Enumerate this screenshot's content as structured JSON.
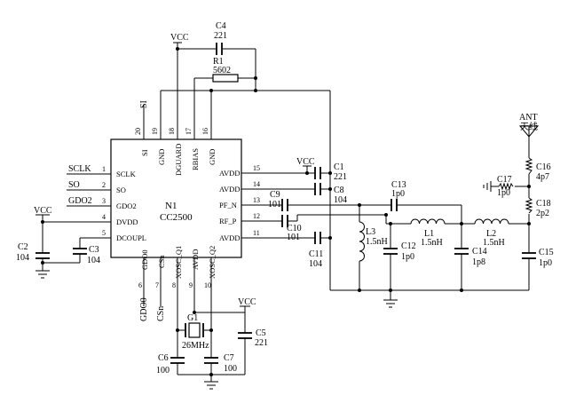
{
  "chip": {
    "ref": "N1",
    "part": "CC2500",
    "pins_left": [
      {
        "num": "1",
        "name": "SCLK"
      },
      {
        "num": "2",
        "name": "SO"
      },
      {
        "num": "3",
        "name": "GDO2"
      },
      {
        "num": "4",
        "name": "DVDD"
      },
      {
        "num": "5",
        "name": "DCOUPL"
      }
    ],
    "pins_right": [
      {
        "num": "15",
        "name": "AVDD"
      },
      {
        "num": "14",
        "name": "AVDD"
      },
      {
        "num": "13",
        "name": "PF_N"
      },
      {
        "num": "12",
        "name": "RF_P"
      },
      {
        "num": "11",
        "name": "AVDD"
      }
    ],
    "pins_top": [
      {
        "num": "20",
        "name": "SI"
      },
      {
        "num": "19",
        "name": "GND"
      },
      {
        "num": "18",
        "name": "DGUARD"
      },
      {
        "num": "17",
        "name": "RBIAS"
      },
      {
        "num": "16",
        "name": "GND"
      }
    ],
    "pins_bottom": [
      {
        "num": "6",
        "name": "GDO0"
      },
      {
        "num": "7",
        "name": "CSn"
      },
      {
        "num": "8",
        "name": "XOSC_Q1"
      },
      {
        "num": "9",
        "name": "AVDD"
      },
      {
        "num": "10",
        "name": "XOSC_Q2"
      }
    ]
  },
  "nets": {
    "sclk": "SCLK",
    "so": "SO",
    "gdo2": "GDO2",
    "si": "SI",
    "gdo0": "GDO0",
    "csn": "CSn",
    "vcc": "VCC"
  },
  "components": {
    "c1": {
      "ref": "C1",
      "value": "221"
    },
    "c2": {
      "ref": "C2",
      "value": "104"
    },
    "c3": {
      "ref": "C3",
      "value": "104"
    },
    "c4": {
      "ref": "C4",
      "value": "221"
    },
    "c5": {
      "ref": "C5",
      "value": "221"
    },
    "c6": {
      "ref": "C6",
      "value": "100"
    },
    "c7": {
      "ref": "C7",
      "value": "100"
    },
    "c8": {
      "ref": "C8",
      "value": "104"
    },
    "c9": {
      "ref": "C9",
      "value": "101"
    },
    "c10": {
      "ref": "C10",
      "value": "101"
    },
    "c11": {
      "ref": "C11",
      "value": "104"
    },
    "c12": {
      "ref": "C12",
      "value": "1p0"
    },
    "c13": {
      "ref": "C13",
      "value": "1p0"
    },
    "c14": {
      "ref": "C14",
      "value": "1p8"
    },
    "c15": {
      "ref": "C15",
      "value": "1p0"
    },
    "c16": {
      "ref": "C16",
      "value": "4p7"
    },
    "c17": {
      "ref": "C17",
      "value": "1p0"
    },
    "c18": {
      "ref": "C18",
      "value": "2p2"
    },
    "r1": {
      "ref": "R1",
      "value": "5602"
    },
    "l1": {
      "ref": "L1",
      "value": "1.5nH"
    },
    "l2": {
      "ref": "L2",
      "value": "1.5nH"
    },
    "l3": {
      "ref": "L3",
      "value": "1.5nH"
    },
    "g1": {
      "ref": "G1",
      "value": "26MHz"
    },
    "ant": {
      "ref": "ANT",
      "value": "天线"
    }
  }
}
